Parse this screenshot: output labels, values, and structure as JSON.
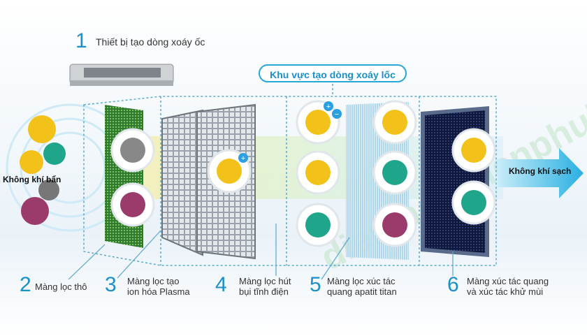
{
  "steps": [
    {
      "num": "1",
      "label": "Thiết bị tạo dòng xoáy ốc"
    },
    {
      "num": "2",
      "label": "Màng lọc thô"
    },
    {
      "num": "3",
      "label_line1": "Màng lọc tạo",
      "label_line2": "ion hóa Plasma"
    },
    {
      "num": "4",
      "label_line1": "Màng lọc hút",
      "label_line2": "bụi tĩnh điện"
    },
    {
      "num": "5",
      "label_line1": "Màng lọc xúc tác",
      "label_line2": "quang apatit titan"
    },
    {
      "num": "6",
      "label_line1": "Màng xúc tác quang",
      "label_line2": "và xúc tác khử mùi"
    }
  ],
  "zone_label": "Khu vực tạo dòng xoáy lốc",
  "air_in": "Không khí bẩn",
  "air_out": "Không khí sạch",
  "watermark": "dienmaythienphukhongkhi.vn",
  "colors": {
    "accent": "#1a90c8",
    "arrow": "#2bb3e3",
    "yellow": "#f2c21a",
    "teal": "#1fa58a",
    "purple": "#9a3b6b",
    "gray": "#777777"
  }
}
